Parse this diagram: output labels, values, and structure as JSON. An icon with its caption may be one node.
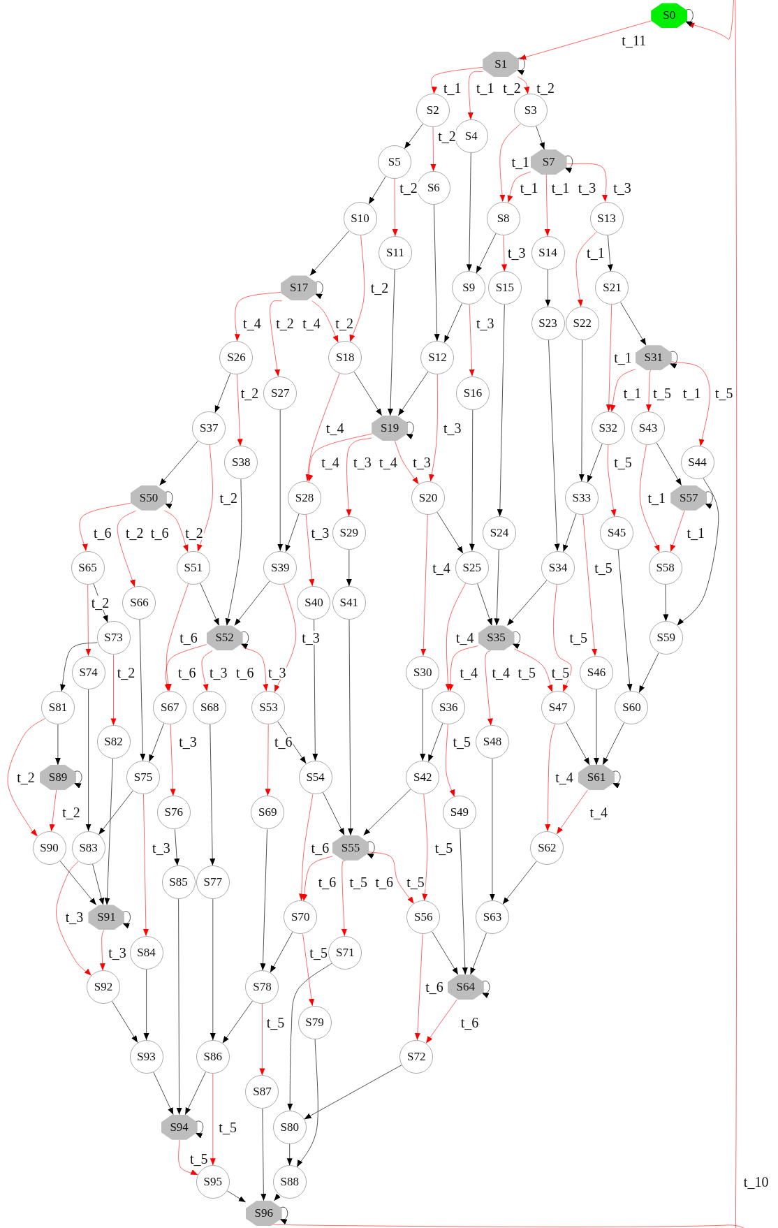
{
  "diagram": {
    "nodes": [
      {
        "text": [
          "S0"
        ]
      },
      {
        "text": [
          "S1"
        ]
      },
      {
        "text": [
          "S2"
        ]
      },
      {
        "text": [
          "S3"
        ]
      },
      {
        "text": [
          "S4"
        ]
      },
      {
        "text": [
          "S5"
        ]
      },
      {
        "text": [
          "S6"
        ]
      },
      {
        "text": [
          "S7"
        ]
      },
      {
        "text": [
          "S8"
        ]
      },
      {
        "text": [
          "S9"
        ]
      },
      {
        "text": [
          "S10"
        ]
      },
      {
        "text": [
          "S11"
        ]
      },
      {
        "text": [
          "S12"
        ]
      },
      {
        "text": [
          "S13"
        ]
      },
      {
        "text": [
          "S14"
        ]
      },
      {
        "text": [
          "S15"
        ]
      },
      {
        "text": [
          "S16"
        ]
      },
      {
        "text": [
          "S17"
        ]
      },
      {
        "text": [
          "S18"
        ]
      },
      {
        "text": [
          "S19"
        ]
      },
      {
        "text": [
          "S20"
        ]
      },
      {
        "text": [
          "S21"
        ]
      },
      {
        "text": [
          "S22"
        ]
      },
      {
        "text": [
          "S23"
        ]
      },
      {
        "text": [
          "S24"
        ]
      },
      {
        "text": [
          "S25"
        ]
      },
      {
        "text": [
          "S26"
        ]
      },
      {
        "text": [
          "S27"
        ]
      },
      {
        "text": [
          "S28"
        ]
      },
      {
        "text": [
          "S29"
        ]
      },
      {
        "text": [
          "S30"
        ]
      },
      {
        "text": [
          "S31"
        ]
      },
      {
        "text": [
          "S32"
        ]
      },
      {
        "text": [
          "S33"
        ]
      },
      {
        "text": [
          "S34"
        ]
      },
      {
        "text": [
          "S35"
        ]
      },
      {
        "text": [
          "S36"
        ]
      },
      {
        "text": [
          "S37"
        ]
      },
      {
        "text": [
          "S38"
        ]
      },
      {
        "text": [
          "S39"
        ]
      },
      {
        "text": [
          "S40"
        ]
      },
      {
        "text": [
          "S41"
        ]
      },
      {
        "text": [
          "S42"
        ]
      },
      {
        "text": [
          "S43"
        ]
      },
      {
        "text": [
          "S44"
        ]
      },
      {
        "text": [
          "S45"
        ]
      },
      {
        "text": [
          "S46"
        ]
      },
      {
        "text": [
          "S47"
        ]
      },
      {
        "text": [
          "S48"
        ]
      },
      {
        "text": [
          "S49"
        ]
      },
      {
        "text": [
          "S50"
        ]
      },
      {
        "text": [
          "S51"
        ]
      },
      {
        "text": [
          "S52"
        ]
      },
      {
        "text": [
          "S53"
        ]
      },
      {
        "text": [
          "S54"
        ]
      },
      {
        "text": [
          "S55"
        ]
      },
      {
        "text": [
          "S56"
        ]
      },
      {
        "text": [
          "S57"
        ]
      },
      {
        "text": [
          "S58"
        ]
      },
      {
        "text": [
          "S59"
        ]
      },
      {
        "text": [
          "S60"
        ]
      },
      {
        "text": [
          "S61"
        ]
      },
      {
        "text": [
          "S62"
        ]
      },
      {
        "text": [
          "S63"
        ]
      },
      {
        "text": [
          "S64"
        ]
      },
      {
        "text": [
          "S65"
        ]
      },
      {
        "text": [
          "S66"
        ]
      },
      {
        "text": [
          "S67"
        ]
      },
      {
        "text": [
          "S68"
        ]
      },
      {
        "text": [
          "S69"
        ]
      },
      {
        "text": [
          "S70"
        ]
      },
      {
        "text": [
          "S71"
        ]
      },
      {
        "text": [
          "S72"
        ]
      },
      {
        "text": [
          "S73"
        ]
      },
      {
        "text": [
          "S74"
        ]
      },
      {
        "text": [
          "S75"
        ]
      },
      {
        "text": [
          "S76"
        ]
      },
      {
        "text": [
          "S77"
        ]
      },
      {
        "text": [
          "S78"
        ]
      },
      {
        "text": [
          "S79"
        ]
      },
      {
        "text": [
          "S80"
        ]
      },
      {
        "text": [
          "S81"
        ]
      },
      {
        "text": [
          "S82"
        ]
      },
      {
        "text": [
          "S83"
        ]
      },
      {
        "text": [
          "S84"
        ]
      },
      {
        "text": [
          "S85"
        ]
      },
      {
        "text": [
          "S86"
        ]
      },
      {
        "text": [
          "S87"
        ]
      },
      {
        "text": [
          "S88"
        ]
      },
      {
        "text": [
          "S89"
        ]
      },
      {
        "text": [
          "S90"
        ]
      },
      {
        "text": [
          "S91"
        ]
      },
      {
        "text": [
          "S92"
        ]
      },
      {
        "text": [
          "S93"
        ]
      },
      {
        "text": [
          "S94"
        ]
      },
      {
        "text": [
          "S95"
        ]
      },
      {
        "text": [
          "S96"
        ]
      }
    ],
    "edges": [
      {
        "from": 0,
        "to": 1,
        "arrow": "to",
        "label": "t_11",
        "color": "#ff0000"
      },
      {
        "from": 1,
        "to": 2,
        "arrow": "to",
        "label": "t_1",
        "color": "#ff0000"
      },
      {
        "from": 1,
        "to": 4,
        "arrow": "to",
        "label": "t_1",
        "color": "#ff0000"
      },
      {
        "from": 1,
        "to": 3,
        "arrow": "to",
        "label": "t_2",
        "color": "#ff0000"
      },
      {
        "from": 2,
        "to": 6,
        "arrow": "to",
        "label": "t_2",
        "color": "#ff0000"
      },
      {
        "from": 5,
        "to": 11,
        "arrow": "to",
        "label": "t_2",
        "color": "#ff0000"
      },
      {
        "from": 3,
        "to": 8,
        "arrow": "to",
        "label": "t_1",
        "color": "#ff0000"
      },
      {
        "from": 7,
        "to": 8,
        "arrow": "to",
        "label": "t_1",
        "color": "#ff0000"
      },
      {
        "from": 7,
        "to": 14,
        "arrow": "to",
        "label": "t_1",
        "color": "#ff0000"
      },
      {
        "from": 7,
        "to": 13,
        "arrow": "to",
        "label": "t_3",
        "color": "#ff0000"
      },
      {
        "from": 8,
        "to": 15,
        "arrow": "to",
        "label": "t_3",
        "color": "#ff0000"
      },
      {
        "from": 13,
        "to": 22,
        "arrow": "to",
        "label": "t_1",
        "color": "#ff0000"
      },
      {
        "from": 10,
        "to": 18,
        "arrow": "to",
        "label": "t_2",
        "color": "#ff0000"
      },
      {
        "from": 9,
        "to": 16,
        "arrow": "to",
        "label": "t_3",
        "color": "#ff0000"
      },
      {
        "from": 17,
        "to": 26,
        "arrow": "to",
        "label": "t_4",
        "color": "#ff0000"
      },
      {
        "from": 17,
        "to": 27,
        "arrow": "to",
        "label": "t_2",
        "color": "#ff0000"
      },
      {
        "from": 17,
        "to": 18,
        "arrow": "to",
        "label": "t_2",
        "color": "#ff0000"
      },
      {
        "from": 21,
        "to": 32,
        "arrow": "to",
        "label": "t_1",
        "color": "#ff0000"
      },
      {
        "from": 31,
        "to": 32,
        "arrow": "to",
        "label": "t_1",
        "color": "#ff0000"
      },
      {
        "from": 31,
        "to": 43,
        "arrow": "to",
        "label": "t_5",
        "color": "#ff0000"
      },
      {
        "from": 31,
        "to": 44,
        "arrow": "to",
        "label": "t_5",
        "color": "#ff0000"
      },
      {
        "from": 26,
        "to": 38,
        "arrow": "to",
        "label": "t_2",
        "color": "#ff0000"
      },
      {
        "from": 18,
        "to": 28,
        "arrow": "to",
        "label": "t_4",
        "color": "#ff0000"
      },
      {
        "from": 12,
        "to": 20,
        "arrow": "to",
        "label": "t_3",
        "color": "#ff0000"
      },
      {
        "from": 19,
        "to": 28,
        "arrow": "to",
        "label": "t_4",
        "color": "#ff0000"
      },
      {
        "from": 19,
        "to": 29,
        "arrow": "to",
        "label": "t_3",
        "color": "#ff0000"
      },
      {
        "from": 19,
        "to": 20,
        "arrow": "to",
        "label": "t_3",
        "color": "#ff0000"
      },
      {
        "from": 32,
        "to": 45,
        "arrow": "to",
        "label": "t_5",
        "color": "#ff0000"
      },
      {
        "from": 37,
        "to": 51,
        "arrow": "to",
        "label": "t_2",
        "color": "#ff0000"
      },
      {
        "from": 43,
        "to": 58,
        "arrow": "to",
        "label": "t_1",
        "color": "#ff0000"
      },
      {
        "from": 50,
        "to": 65,
        "arrow": "to",
        "label": "t_6",
        "color": "#ff0000"
      },
      {
        "from": 50,
        "to": 66,
        "arrow": "to",
        "label": "t_2",
        "color": "#ff0000"
      },
      {
        "from": 50,
        "to": 51,
        "arrow": "to",
        "label": "t_2",
        "color": "#ff0000"
      },
      {
        "from": 57,
        "to": 58,
        "arrow": "to",
        "label": "t_1",
        "color": "#ff0000"
      },
      {
        "from": 28,
        "to": 40,
        "arrow": "to",
        "label": "t_3",
        "color": "#ff0000"
      },
      {
        "from": 20,
        "to": 30,
        "arrow": "to",
        "label": "t_4",
        "color": "#ff0000"
      },
      {
        "from": 33,
        "to": 46,
        "arrow": "to",
        "label": "t_5",
        "color": "#ff0000"
      },
      {
        "from": 65,
        "to": 74,
        "arrow": "to",
        "label": "t_2",
        "color": "#ff0000"
      },
      {
        "from": 51,
        "to": 67,
        "arrow": "to",
        "label": "t_6",
        "color": "#ff0000"
      },
      {
        "from": 25,
        "to": 36,
        "arrow": "to",
        "label": "t_4",
        "color": "#ff0000"
      },
      {
        "from": 39,
        "to": 53,
        "arrow": "to",
        "label": "t_3",
        "color": "#ff0000"
      },
      {
        "from": 34,
        "to": 47,
        "arrow": "to",
        "label": "t_5",
        "color": "#ff0000"
      },
      {
        "from": 52,
        "to": 67,
        "arrow": "to",
        "label": "t_6",
        "color": "#ff0000"
      },
      {
        "from": 52,
        "to": 68,
        "arrow": "to",
        "label": "t_3",
        "color": "#ff0000"
      },
      {
        "from": 52,
        "to": 53,
        "arrow": "to",
        "label": "t_3",
        "color": "#ff0000"
      },
      {
        "from": 35,
        "to": 36,
        "arrow": "to",
        "label": "t_4",
        "color": "#ff0000"
      },
      {
        "from": 35,
        "to": 48,
        "arrow": "to",
        "label": "t_4",
        "color": "#ff0000"
      },
      {
        "from": 35,
        "to": 47,
        "arrow": "to",
        "label": "t_5",
        "color": "#ff0000"
      },
      {
        "from": 73,
        "to": 82,
        "arrow": "to",
        "label": "t_2",
        "color": "#ff0000"
      },
      {
        "from": 67,
        "to": 76,
        "arrow": "to",
        "label": "t_3",
        "color": "#ff0000"
      },
      {
        "from": 53,
        "to": 69,
        "arrow": "to",
        "label": "t_6",
        "color": "#ff0000"
      },
      {
        "from": 36,
        "to": 49,
        "arrow": "to",
        "label": "t_5",
        "color": "#ff0000"
      },
      {
        "from": 81,
        "to": 90,
        "arrow": "to",
        "label": "t_2",
        "color": "#ff0000"
      },
      {
        "from": 47,
        "to": 62,
        "arrow": "to",
        "label": "t_4",
        "color": "#ff0000"
      },
      {
        "from": 89,
        "to": 90,
        "arrow": "to",
        "label": "t_2",
        "color": "#ff0000"
      },
      {
        "from": 61,
        "to": 62,
        "arrow": "to",
        "label": "t_4",
        "color": "#ff0000"
      },
      {
        "from": 75,
        "to": 84,
        "arrow": "to",
        "label": "t_3",
        "color": "#ff0000"
      },
      {
        "from": 54,
        "to": 70,
        "arrow": "to",
        "label": "t_6",
        "color": "#ff0000"
      },
      {
        "from": 42,
        "to": 56,
        "arrow": "to",
        "label": "t_5",
        "color": "#ff0000"
      },
      {
        "from": 55,
        "to": 70,
        "arrow": "to",
        "label": "t_6",
        "color": "#ff0000"
      },
      {
        "from": 55,
        "to": 71,
        "arrow": "to",
        "label": "t_5",
        "color": "#ff0000"
      },
      {
        "from": 55,
        "to": 56,
        "arrow": "to",
        "label": "t_5",
        "color": "#ff0000"
      },
      {
        "from": 83,
        "to": 92,
        "arrow": "to",
        "label": "t_3",
        "color": "#ff0000"
      },
      {
        "from": 91,
        "to": 92,
        "arrow": "to",
        "label": "t_3",
        "color": "#ff0000"
      },
      {
        "from": 70,
        "to": 79,
        "arrow": "to",
        "label": "t_5",
        "color": "#ff0000"
      },
      {
        "from": 56,
        "to": 72,
        "arrow": "to",
        "label": "t_6",
        "color": "#ff0000"
      },
      {
        "from": 64,
        "to": 72,
        "arrow": "to",
        "label": "t_6",
        "color": "#ff0000"
      },
      {
        "from": 78,
        "to": 87,
        "arrow": "to",
        "label": "t_5",
        "color": "#ff0000"
      },
      {
        "from": 86,
        "to": 95,
        "arrow": "to",
        "label": "t_5",
        "color": "#ff0000"
      },
      {
        "from": 94,
        "to": 95,
        "arrow": "to",
        "label": "t_5",
        "color": "#ff0000"
      },
      {
        "from": 96,
        "to": 0,
        "arrow": "to",
        "label": "t_10",
        "color": "#ff0000"
      },
      {
        "from": 2,
        "to": 5,
        "arrow": "to"
      },
      {
        "from": 3,
        "to": 7,
        "arrow": "to"
      },
      {
        "from": 4,
        "to": 9,
        "arrow": "to"
      },
      {
        "from": 5,
        "to": 10,
        "arrow": "to"
      },
      {
        "from": 6,
        "to": 12,
        "arrow": "to"
      },
      {
        "from": 8,
        "to": 9,
        "arrow": "to"
      },
      {
        "from": 9,
        "to": 12,
        "arrow": "to"
      },
      {
        "from": 10,
        "to": 17,
        "arrow": "to"
      },
      {
        "from": 11,
        "to": 19,
        "arrow": "to"
      },
      {
        "from": 12,
        "to": 19,
        "arrow": "to"
      },
      {
        "from": 13,
        "to": 21,
        "arrow": "to"
      },
      {
        "from": 14,
        "to": 23,
        "arrow": "to"
      },
      {
        "from": 15,
        "to": 24,
        "arrow": "to"
      },
      {
        "from": 16,
        "to": 25,
        "arrow": "to"
      },
      {
        "from": 18,
        "to": 19,
        "arrow": "to"
      },
      {
        "from": 21,
        "to": 31,
        "arrow": "to"
      },
      {
        "from": 22,
        "to": 33,
        "arrow": "to"
      },
      {
        "from": 23,
        "to": 34,
        "arrow": "to"
      },
      {
        "from": 26,
        "to": 37,
        "arrow": "to"
      },
      {
        "from": 27,
        "to": 39,
        "arrow": "to"
      },
      {
        "from": 28,
        "to": 39,
        "arrow": "to"
      },
      {
        "from": 29,
        "to": 41,
        "arrow": "to"
      },
      {
        "from": 20,
        "to": 25,
        "arrow": "to"
      },
      {
        "from": 24,
        "to": 35,
        "arrow": "to"
      },
      {
        "from": 25,
        "to": 35,
        "arrow": "to"
      },
      {
        "from": 34,
        "to": 35,
        "arrow": "to"
      },
      {
        "from": 32,
        "to": 33,
        "arrow": "to"
      },
      {
        "from": 33,
        "to": 34,
        "arrow": "to"
      },
      {
        "from": 43,
        "to": 57,
        "arrow": "to"
      },
      {
        "from": 44,
        "to": 59,
        "arrow": "to"
      },
      {
        "from": 58,
        "to": 59,
        "arrow": "to"
      },
      {
        "from": 59,
        "to": 60,
        "arrow": "to"
      },
      {
        "from": 45,
        "to": 60,
        "arrow": "to"
      },
      {
        "from": 46,
        "to": 61,
        "arrow": "to"
      },
      {
        "from": 47,
        "to": 61,
        "arrow": "to"
      },
      {
        "from": 60,
        "to": 61,
        "arrow": "to"
      },
      {
        "from": 30,
        "to": 42,
        "arrow": "to"
      },
      {
        "from": 36,
        "to": 42,
        "arrow": "to"
      },
      {
        "from": 48,
        "to": 63,
        "arrow": "to"
      },
      {
        "from": 62,
        "to": 63,
        "arrow": "to"
      },
      {
        "from": 42,
        "to": 55,
        "arrow": "to"
      },
      {
        "from": 41,
        "to": 55,
        "arrow": "to"
      },
      {
        "from": 54,
        "to": 55,
        "arrow": "to"
      },
      {
        "from": 40,
        "to": 54,
        "arrow": "to"
      },
      {
        "from": 53,
        "to": 54,
        "arrow": "to"
      },
      {
        "from": 49,
        "to": 64,
        "arrow": "to"
      },
      {
        "from": 56,
        "to": 64,
        "arrow": "to"
      },
      {
        "from": 63,
        "to": 64,
        "arrow": "to"
      },
      {
        "from": 37,
        "to": 50,
        "arrow": "to"
      },
      {
        "from": 38,
        "to": 52,
        "arrow": "to"
      },
      {
        "from": 51,
        "to": 52,
        "arrow": "to"
      },
      {
        "from": 39,
        "to": 52,
        "arrow": "to"
      },
      {
        "from": 65,
        "to": 73,
        "arrow": "to"
      },
      {
        "from": 66,
        "to": 75,
        "arrow": "to"
      },
      {
        "from": 67,
        "to": 75,
        "arrow": "to"
      },
      {
        "from": 73,
        "to": 81,
        "arrow": "to"
      },
      {
        "from": 81,
        "to": 89,
        "arrow": "to"
      },
      {
        "from": 74,
        "to": 83,
        "arrow": "to"
      },
      {
        "from": 75,
        "to": 83,
        "arrow": "to"
      },
      {
        "from": 82,
        "to": 91,
        "arrow": "to"
      },
      {
        "from": 83,
        "to": 91,
        "arrow": "to"
      },
      {
        "from": 90,
        "to": 91,
        "arrow": "to"
      },
      {
        "from": 68,
        "to": 77,
        "arrow": "to"
      },
      {
        "from": 76,
        "to": 85,
        "arrow": "to"
      },
      {
        "from": 85,
        "to": 94,
        "arrow": "to"
      },
      {
        "from": 77,
        "to": 86,
        "arrow": "to"
      },
      {
        "from": 69,
        "to": 78,
        "arrow": "to"
      },
      {
        "from": 70,
        "to": 78,
        "arrow": "to"
      },
      {
        "from": 78,
        "to": 86,
        "arrow": "to"
      },
      {
        "from": 92,
        "to": 93,
        "arrow": "to"
      },
      {
        "from": 84,
        "to": 93,
        "arrow": "to"
      },
      {
        "from": 93,
        "to": 94,
        "arrow": "to"
      },
      {
        "from": 86,
        "to": 94,
        "arrow": "to"
      },
      {
        "from": 71,
        "to": 80,
        "arrow": "to"
      },
      {
        "from": 72,
        "to": 80,
        "arrow": "to"
      },
      {
        "from": 80,
        "to": 88,
        "arrow": "to"
      },
      {
        "from": 79,
        "to": 88,
        "arrow": "to"
      },
      {
        "from": 87,
        "to": 96,
        "arrow": "to"
      },
      {
        "from": 88,
        "to": 96,
        "arrow": "to"
      },
      {
        "from": 95,
        "to": 96,
        "arrow": "to"
      },
      {
        "from": 0,
        "to": 0,
        "arrow": "to"
      },
      {
        "from": 1,
        "to": 1,
        "arrow": "to"
      },
      {
        "from": 7,
        "to": 7,
        "arrow": "to"
      },
      {
        "from": 17,
        "to": 17,
        "arrow": "to"
      },
      {
        "from": 19,
        "to": 19,
        "arrow": "to"
      },
      {
        "from": 31,
        "to": 31,
        "arrow": "to"
      },
      {
        "from": 35,
        "to": 35,
        "arrow": "to"
      },
      {
        "from": 50,
        "to": 50,
        "arrow": "to"
      },
      {
        "from": 52,
        "to": 52,
        "arrow": "to"
      },
      {
        "from": 55,
        "to": 55,
        "arrow": "to"
      },
      {
        "from": 57,
        "to": 57,
        "arrow": "to"
      },
      {
        "from": 61,
        "to": 61,
        "arrow": "to"
      },
      {
        "from": 64,
        "to": 64,
        "arrow": "to"
      },
      {
        "from": 89,
        "to": 89,
        "arrow": "to"
      },
      {
        "from": 91,
        "to": 91,
        "arrow": "to"
      },
      {
        "from": 94,
        "to": 94,
        "arrow": "to"
      },
      {
        "from": 96,
        "to": 96,
        "arrow": "to"
      }
    ],
    "labels": [
      "t_2",
      "t_3",
      "t_4",
      "t_1",
      "t_4",
      "t_6",
      "t_6",
      "t_5",
      "t_6"
    ]
  }
}
